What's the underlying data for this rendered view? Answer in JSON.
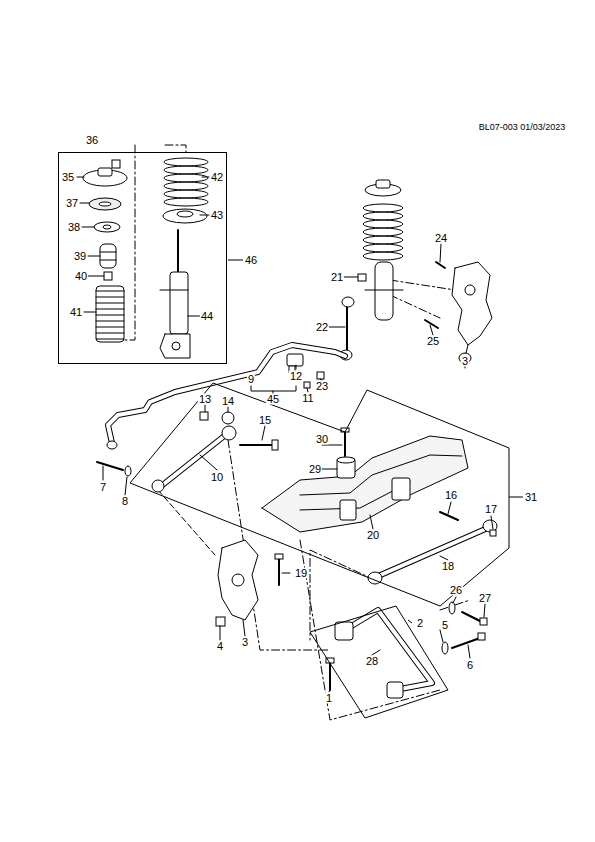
{
  "diagram": {
    "nodes": [
      {
        "text": [
          "46"
        ]
      },
      {
        "text": [
          "31"
        ]
      },
      {
        "text": [
          "2"
        ]
      }
    ],
    "labels": [
      "BL07-003 01/03/2023",
      "36",
      "35",
      "37",
      "38",
      "39",
      "40",
      "41",
      "42",
      "43",
      "44",
      "24",
      "21",
      "22",
      "25",
      "3",
      "9",
      "45",
      "12",
      "11",
      "23",
      "13",
      "14",
      "15",
      "30",
      "29",
      "10",
      "7",
      "8",
      "16",
      "17",
      "20",
      "18",
      "19",
      "26",
      "27",
      "4",
      "3",
      "5",
      "6",
      "28",
      "1"
    ]
  }
}
